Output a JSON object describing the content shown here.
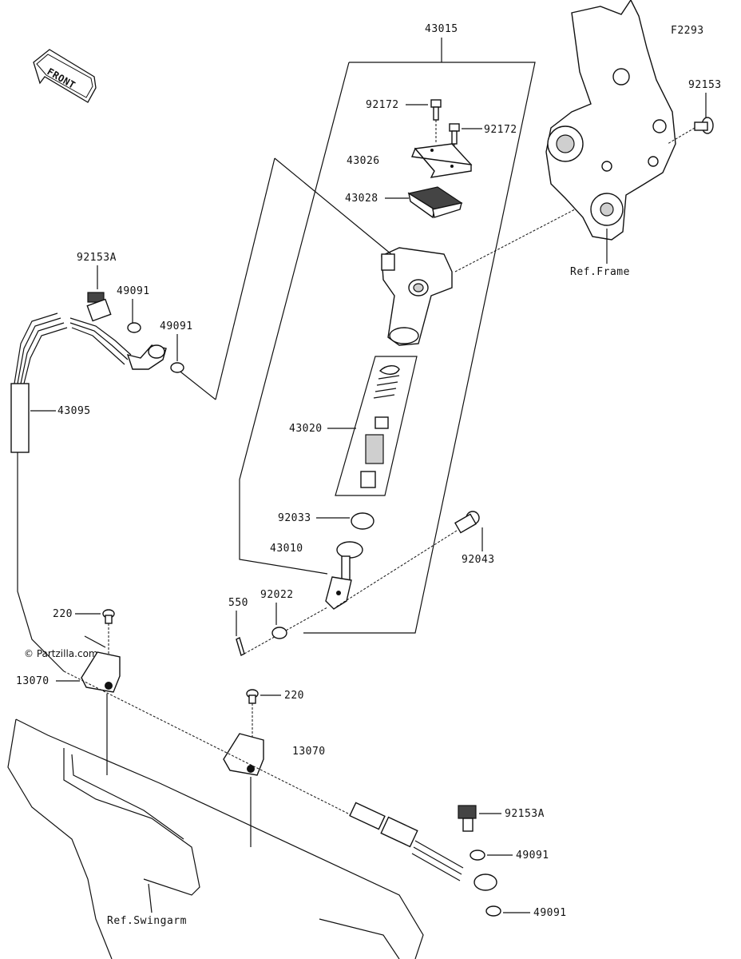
{
  "diagram_code": "F2293",
  "watermark": "© Partzilla.com",
  "front_label": "FRONT",
  "labels": {
    "p43015": "43015",
    "p92172a": "92172",
    "p92172b": "92172",
    "p43026": "43026",
    "p43028": "43028",
    "p92153": "92153",
    "ref_frame": "Ref.Frame",
    "p92153A_top": "92153A",
    "p49091_a": "49091",
    "p49091_b": "49091",
    "p43095": "43095",
    "p43020": "43020",
    "p92033": "92033",
    "p43010": "43010",
    "p92043": "92043",
    "p550": "550",
    "p92022": "92022",
    "p220_a": "220",
    "p13070_a": "13070",
    "p220_b": "220",
    "p13070_b": "13070",
    "p92153A_bot": "92153A",
    "p49091_c": "49091",
    "p49091_d": "49091",
    "ref_swingarm": "Ref.Swingarm"
  }
}
